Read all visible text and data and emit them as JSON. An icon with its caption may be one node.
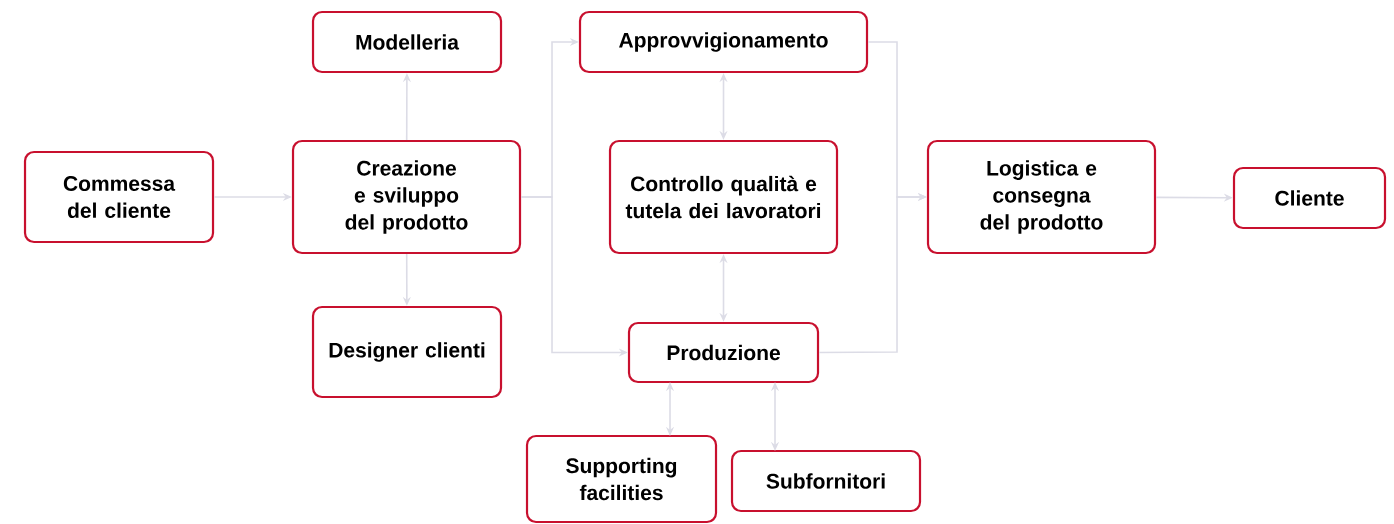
{
  "diagram": {
    "nodes": [
      {
        "text": [
          "Commessa del cliente"
        ]
      },
      {
        "text": [
          "Creazione e sviluppo del prodotto"
        ]
      },
      {
        "text": [
          "Modelleria"
        ]
      },
      {
        "text": [
          "Designer clienti"
        ]
      },
      {
        "text": [
          "Approvvigionamento"
        ]
      },
      {
        "text": [
          "Controllo qualità e tutela dei lavoratori"
        ]
      },
      {
        "text": [
          "Produzione"
        ]
      },
      {
        "text": [
          "Supporting facilities"
        ]
      },
      {
        "text": [
          "Subfornitori"
        ]
      },
      {
        "text": [
          "Logistica e consegna del prodotto"
        ]
      },
      {
        "text": [
          "Cliente"
        ]
      }
    ],
    "edges": [
      {
        "from": 0,
        "to": 1,
        "arrow": "to"
      },
      {
        "from": 1,
        "to": 2,
        "arrow": "to"
      },
      {
        "from": 1,
        "to": 3,
        "arrow": "to"
      },
      {
        "from": 1,
        "to": 4,
        "arrow": "to"
      },
      {
        "from": 1,
        "to": 6,
        "arrow": "to"
      },
      {
        "from": 4,
        "to": 5,
        "arrow": "both"
      },
      {
        "from": 5,
        "to": 6,
        "arrow": "both"
      },
      {
        "from": 6,
        "to": 7,
        "arrow": "both"
      },
      {
        "from": 6,
        "to": 8,
        "arrow": "both"
      },
      {
        "from": 4,
        "to": 9,
        "arrow": "to"
      },
      {
        "from": 6,
        "to": 9,
        "arrow": "to"
      },
      {
        "from": 9,
        "to": 10,
        "arrow": "to"
      }
    ]
  }
}
